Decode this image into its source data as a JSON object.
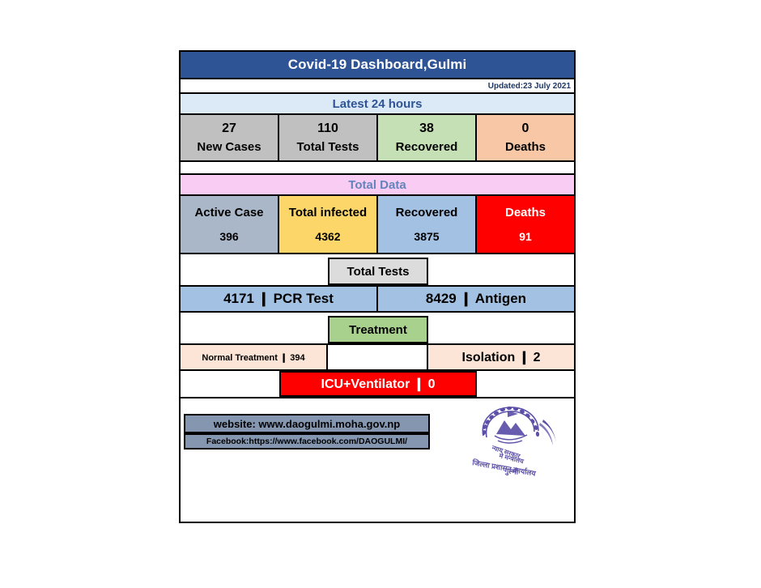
{
  "header": {
    "title": "Covid-19 Dashboard,Gulmi",
    "updated": "Updated:23 July 2021",
    "title_bg": "#2e5496",
    "title_color": "#ffffff"
  },
  "latest_24_hours": {
    "section_label": "Latest 24 hours",
    "section_bg": "#dce9f7",
    "section_color": "#2e5496",
    "cells": [
      {
        "value": "27",
        "label": "New Cases",
        "bg": "#c0c0c0",
        "color": "#000000"
      },
      {
        "value": "110",
        "label": "Total Tests",
        "bg": "#c0c0c0",
        "color": "#000000"
      },
      {
        "value": "38",
        "label": "Recovered",
        "bg": "#c5e0b4",
        "color": "#000000"
      },
      {
        "value": "0",
        "label": "Deaths",
        "bg": "#f7c7a6",
        "color": "#000000"
      }
    ]
  },
  "total_data": {
    "section_label": "Total Data",
    "section_bg": "#f8ccf3",
    "section_color": "#6384bd",
    "cells": [
      {
        "label": "Active Case",
        "value": "396",
        "bg": "#aab7c8",
        "color": "#000000"
      },
      {
        "label": "Total infected",
        "value": "4362",
        "bg": "#fcd669",
        "color": "#000000"
      },
      {
        "label": "Recovered",
        "value": "3875",
        "bg": "#a3c2e3",
        "color": "#000000"
      },
      {
        "label": "Deaths",
        "value": "91",
        "bg": "#fe0000",
        "color": "#ffffff"
      }
    ]
  },
  "total_tests": {
    "chip_label": "Total Tests",
    "chip_bg": "#dcdcdc",
    "row_bg": "#a3c2e3",
    "cells": [
      {
        "text": "4171 ❙ PCR Test"
      },
      {
        "text": "8429 ❙ Antigen"
      }
    ]
  },
  "treatment": {
    "chip_label": "Treatment",
    "chip_bg": "#a9d18e",
    "normal": {
      "text": "Normal Treatment  ❙ 394",
      "bg": "#fce4d6"
    },
    "isolation": {
      "text": "Isolation  ❙ 2",
      "bg": "#fce4d6"
    },
    "icu": {
      "text": "ICU+Ventilator   ❙  0",
      "bg": "#fe0000",
      "color": "#ffffff"
    }
  },
  "footer": {
    "website": "website: www.daogulmi.moha.gov.np",
    "facebook": "Facebook:https://www.facebook.com/DAOGULMI/",
    "chip_bg": "#8496b0",
    "seal": {
      "name": "nepal-government-district-administration-office-seal",
      "color": "#5b4fa8",
      "line1": "न्याय  सरकार",
      "line2": "मे  मन्त्रालय",
      "line3": "जिल्ला  प्रशासन  कार्यालय",
      "line4": "गुल्मी"
    }
  }
}
